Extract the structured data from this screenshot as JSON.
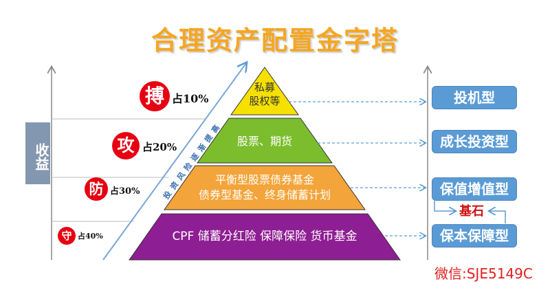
{
  "title": "合理资产配置金字塔",
  "y_axis_label": "收益",
  "diagonal_label": "投资风险逐渐提高",
  "levels": [
    {
      "char": "搏",
      "share": "占10%",
      "tier_text": [
        "私募",
        "股权等"
      ],
      "tier_color": "#f5e000",
      "category": "投机型"
    },
    {
      "char": "攻",
      "share": "占20%",
      "tier_text": [
        "股票、期货"
      ],
      "tier_color": "#7cbd2d",
      "category": "成长投资型"
    },
    {
      "char": "防",
      "share": "占30%",
      "tier_text": [
        "平衡型股票债券基金",
        "债券型基金、终身储蓄计划"
      ],
      "tier_color": "#f3a43a",
      "category": "保值增值型"
    },
    {
      "char": "守",
      "share": "占40%",
      "tier_text": [
        "CPF 储蓄分红险 保障保险 货币基金"
      ],
      "tier_color": "#8e1e93",
      "category": "保本保障型"
    }
  ],
  "foundation_label": "基石",
  "watermark": "微信:SJE5149C"
}
